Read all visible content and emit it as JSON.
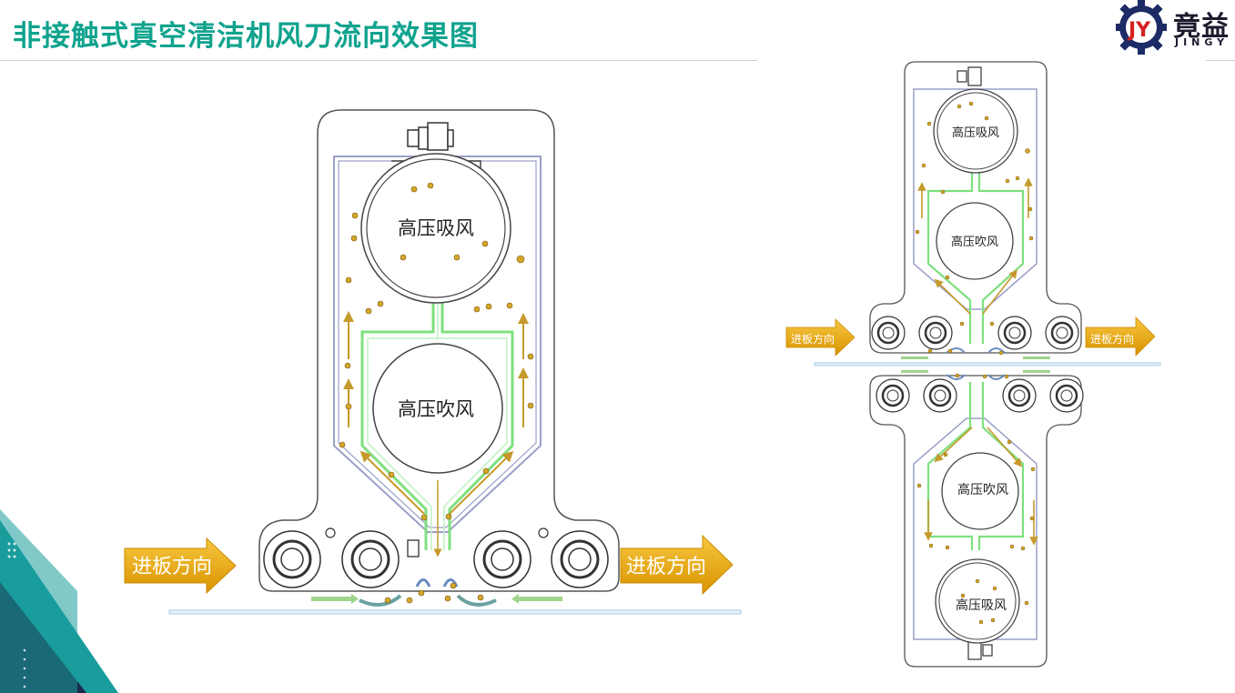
{
  "title": "非接触式真空清洁机风刀流向效果图",
  "logo": {
    "text": "竟益",
    "sub": "JINGY"
  },
  "left_diagram": {
    "suction_label": "高压吸风",
    "blow_label": "高压吹风",
    "feed_left": "进板方向",
    "feed_right": "进板方向"
  },
  "right_diagram": {
    "top_suction_label": "高压吸风",
    "top_blow_label": "高压吹风",
    "bottom_blow_label": "高压吹风",
    "bottom_suction_label": "高压吸风",
    "feed_left": "进板方向",
    "feed_right": "进板方向"
  },
  "colors": {
    "title": "#10a38e",
    "air_green": "#7ee07e",
    "housing": "#444444",
    "duct_blue": "#9aa0c8",
    "dust": "#d4a62a",
    "arrow_orange": "#f0b000",
    "board": "#b8d8ec",
    "corner_teal": "#1a9c9c",
    "corner_navy": "#1b2a4a"
  }
}
